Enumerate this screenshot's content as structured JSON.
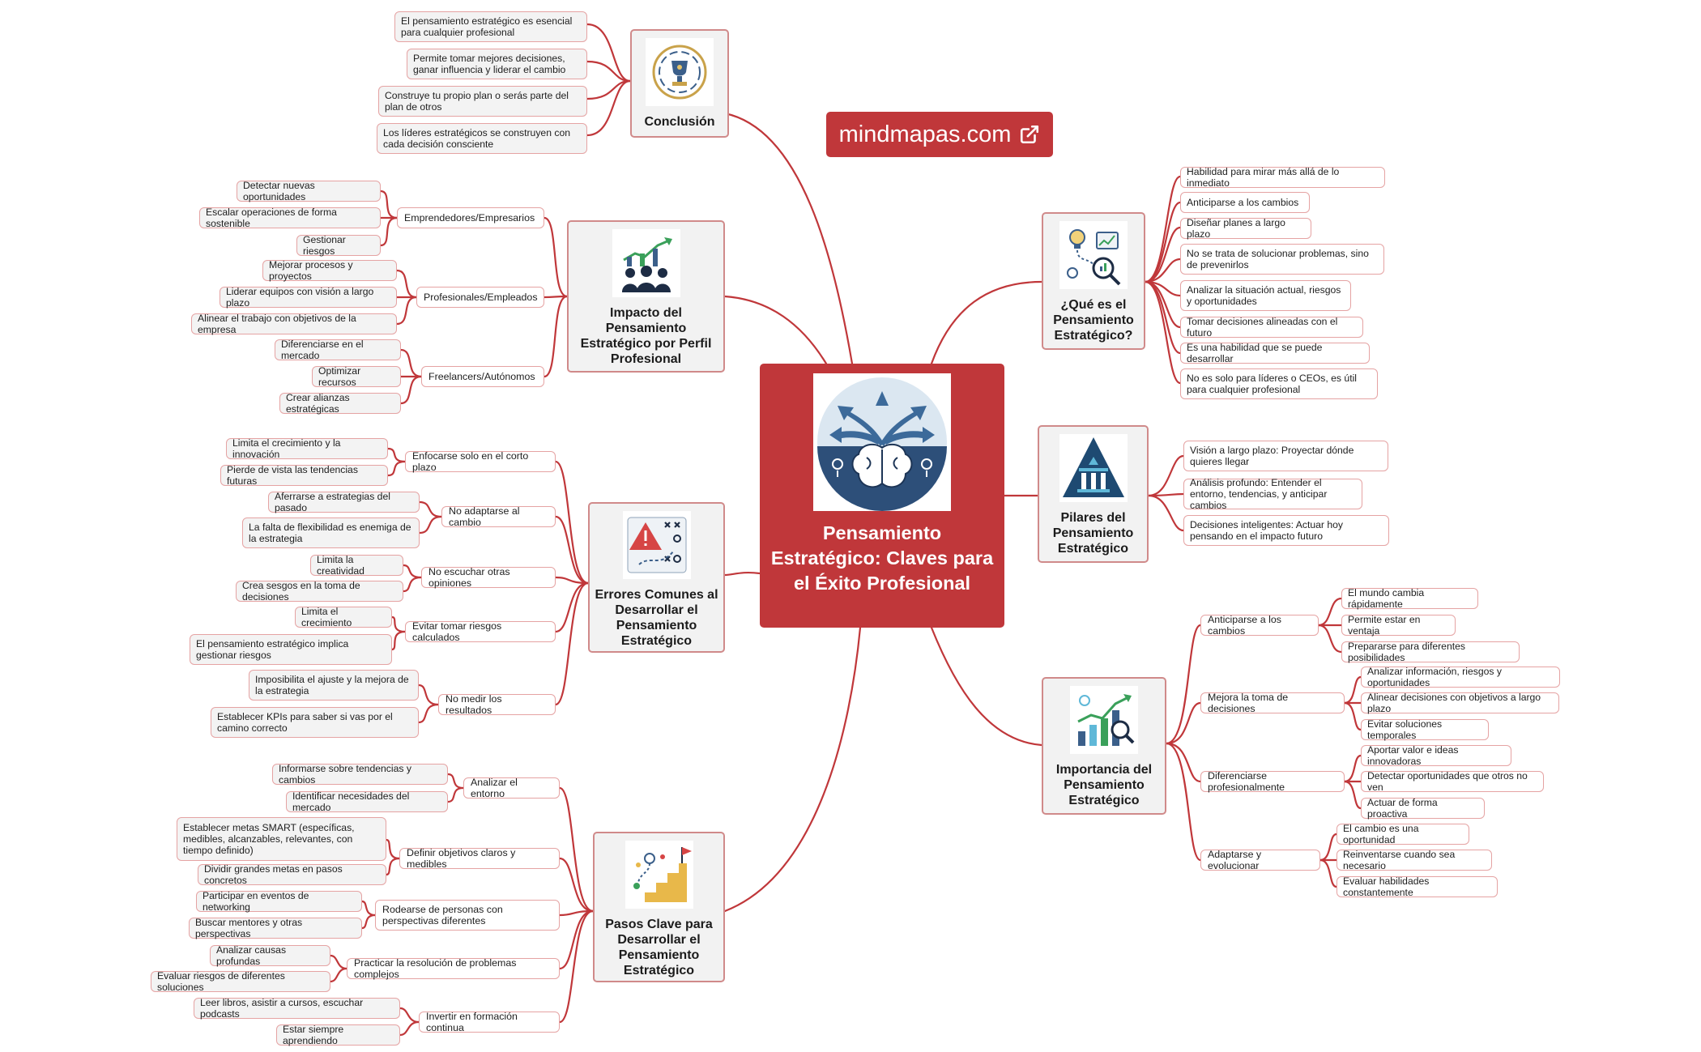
{
  "brand": {
    "label": "mindmapas.com",
    "icon": "external-link-icon"
  },
  "center": {
    "title": "Pensamiento Estratégico: Claves para el Éxito Profesional",
    "icon": "brain-paths-icon"
  },
  "colors": {
    "accent": "#c0373a",
    "line": "#c0373a",
    "leaf_border": "#e5a3a3",
    "node_bg": "#f2f2f2"
  },
  "branches": {
    "conclusion": {
      "title": "Conclusión",
      "icon": "trophy-cycle-icon",
      "items": [
        "El pensamiento estratégico es esencial para cualquier profesional",
        "Permite tomar mejores decisiones, ganar influencia y liderar el cambio",
        "Construye tu propio plan o serás parte del plan de otros",
        "Los líderes estratégicos se construyen con cada decisión consciente"
      ]
    },
    "impacto": {
      "title": "Impacto del Pensamiento Estratégico por Perfil Profesional",
      "icon": "team-growth-icon",
      "groups": [
        {
          "label": "Emprendedores/Empresarios",
          "items": [
            "Detectar nuevas oportunidades",
            "Escalar operaciones de forma sostenible",
            "Gestionar riesgos"
          ]
        },
        {
          "label": "Profesionales/Empleados",
          "items": [
            "Mejorar procesos y proyectos",
            "Liderar equipos con visión a largo plazo",
            "Alinear el trabajo con objetivos de la empresa"
          ]
        },
        {
          "label": "Freelancers/Autónomos",
          "items": [
            "Diferenciarse en el mercado",
            "Optimizar recursos",
            "Crear alianzas estratégicas"
          ]
        }
      ]
    },
    "errores": {
      "title": "Errores Comunes al Desarrollar el Pensamiento Estratégico",
      "icon": "warning-board-icon",
      "groups": [
        {
          "label": "Enfocarse solo en el corto plazo",
          "items": [
            "Limita el crecimiento y la innovación",
            "Pierde de vista las tendencias futuras"
          ]
        },
        {
          "label": "No adaptarse al cambio",
          "items": [
            "Aferrarse a estrategias del pasado",
            "La falta de flexibilidad es enemiga de la estrategia"
          ]
        },
        {
          "label": "No escuchar otras opiniones",
          "items": [
            "Limita la creatividad",
            "Crea sesgos en la toma de decisiones"
          ]
        },
        {
          "label": "Evitar tomar riesgos calculados",
          "items": [
            "Limita el crecimiento",
            "El pensamiento estratégico implica gestionar riesgos"
          ]
        },
        {
          "label": "No medir los resultados",
          "items": [
            "Imposibilita el ajuste y la mejora de la estrategia",
            "Establecer KPIs para saber si vas por el camino correcto"
          ]
        }
      ]
    },
    "pasos": {
      "title": "Pasos Clave para Desarrollar el Pensamiento Estratégico",
      "icon": "stairs-goal-icon",
      "groups": [
        {
          "label": "Analizar el entorno",
          "items": [
            "Informarse sobre tendencias y cambios",
            "Identificar necesidades del mercado"
          ]
        },
        {
          "label": "Definir objetivos claros y medibles",
          "items": [
            "Establecer metas SMART (específicas, medibles, alcanzables, relevantes, con tiempo definido)",
            "Dividir grandes metas en pasos concretos"
          ]
        },
        {
          "label": "Rodearse de personas con perspectivas diferentes",
          "items": [
            "Participar en eventos de networking",
            "Buscar mentores y otras perspectivas"
          ]
        },
        {
          "label": "Practicar la resolución de problemas complejos",
          "items": [
            "Analizar causas profundas",
            "Evaluar riesgos de diferentes soluciones"
          ]
        },
        {
          "label": "Invertir en formación continua",
          "items": [
            "Leer libros, asistir a cursos, escuchar podcasts",
            "Estar siempre aprendiendo"
          ]
        }
      ]
    },
    "que_es": {
      "title": "¿Qué es el Pensamiento Estratégico?",
      "icon": "idea-analysis-icon",
      "items": [
        "Habilidad para mirar más allá de lo inmediato",
        "Anticiparse a los cambios",
        "Diseñar planes a largo plazo",
        "No se trata de solucionar problemas, sino de prevenirlos",
        "Analizar la situación actual, riesgos y oportunidades",
        "Tomar decisiones alineadas con el futuro",
        "Es una habilidad que se puede desarrollar",
        "No es solo para líderes o CEOs, es útil para cualquier profesional"
      ]
    },
    "pilares": {
      "title": "Pilares del Pensamiento Estratégico",
      "icon": "pillars-pyramid-icon",
      "items": [
        "Visión a largo plazo: Proyectar dónde quieres llegar",
        "Análisis profundo: Entender el entorno, tendencias, y anticipar cambios",
        "Decisiones inteligentes: Actuar hoy pensando en el impacto futuro"
      ]
    },
    "importancia": {
      "title": "Importancia del Pensamiento Estratégico",
      "icon": "growth-chart-icon",
      "groups": [
        {
          "label": "Anticiparse a los cambios",
          "items": [
            "El mundo cambia rápidamente",
            "Permite estar en ventaja",
            "Prepararse para diferentes posibilidades"
          ]
        },
        {
          "label": "Mejora la toma de decisiones",
          "items": [
            "Analizar información, riesgos y oportunidades",
            "Alinear decisiones con objetivos a largo plazo",
            "Evitar soluciones temporales"
          ]
        },
        {
          "label": "Diferenciarse profesionalmente",
          "items": [
            "Aportar valor e ideas innovadoras",
            "Detectar oportunidades que otros no ven",
            "Actuar de forma proactiva"
          ]
        },
        {
          "label": "Adaptarse y evolucionar",
          "items": [
            "El cambio es una oportunidad",
            "Reinventarse cuando sea necesario",
            "Evaluar habilidades constantemente"
          ]
        }
      ]
    }
  }
}
